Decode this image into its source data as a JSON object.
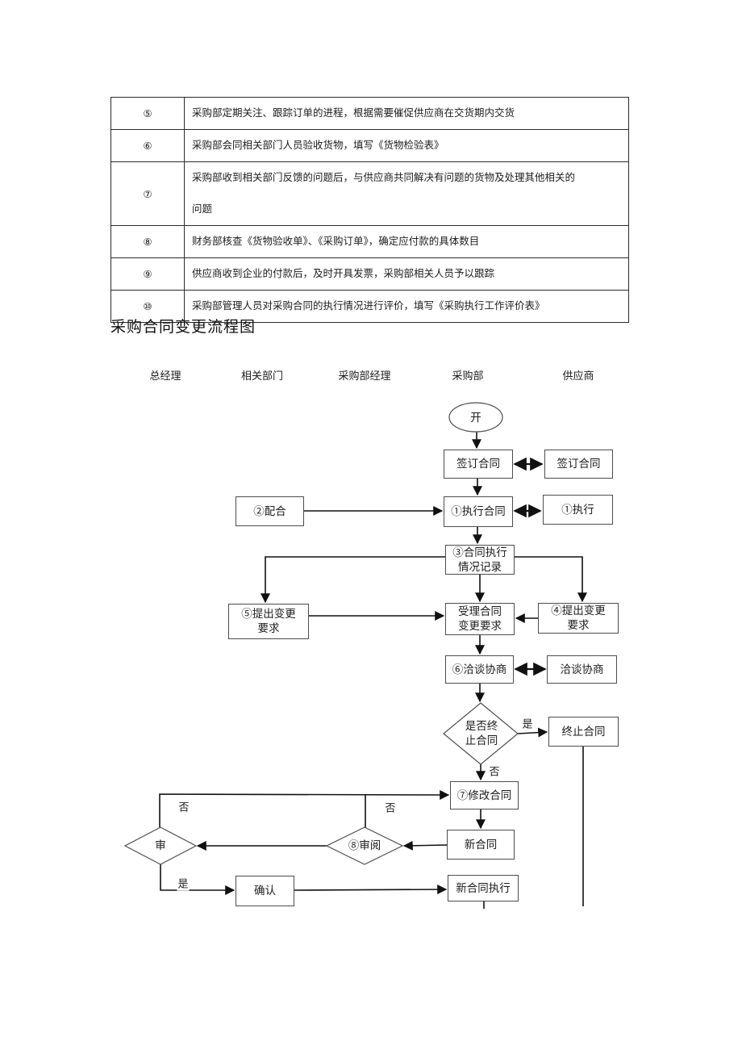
{
  "table": {
    "rows": [
      {
        "num": "⑤",
        "text": "采购部定期关注、跟踪订单的进程，根据需要催促供应商在交货期内交货"
      },
      {
        "num": "⑥",
        "text": "采购部会同相关部门人员验收货物，填写《货物检验表》"
      },
      {
        "num": "⑦",
        "text": "采购部收到相关部门反馈的问题后，与供应商共同解决有问题的货物及处理其他相关的\n问题"
      },
      {
        "num": "⑧",
        "text": "财务部核查《货物验收单》、《采购订单》，确定应付款的具体数目"
      },
      {
        "num": "⑨",
        "text": "供应商收到企业的付款后，及时开具发票，采购部相关人员予以跟踪"
      },
      {
        "num": "⑩",
        "text": "采购部管理人员对采购合同的执行情况进行评价，填写《采购执行工作评价表》"
      }
    ]
  },
  "section_title": "采购合同变更流程图",
  "flow": {
    "lanes": [
      "总经理",
      "相关部门",
      "采购部经理",
      "采购部",
      "供应商"
    ],
    "nodes": {
      "start": "开",
      "sign_contract": "签订合同",
      "sign_contract_supplier": "签订合同",
      "execute_contract": "①执行合同",
      "execute_supplier": "①执行",
      "cooperate": "②配合",
      "record": "③合同执行\n情况记录",
      "propose_left": "⑤提出变更\n要求",
      "accept_change": "受理合同\n变更要求",
      "propose_right": "④提出变更\n要求",
      "negotiate": "⑥洽谈协商",
      "negotiate_supplier": "洽谈协商",
      "terminate_decision": "是否终\n止合同",
      "terminate_contract": "终止合同",
      "modify": "⑦修改合同",
      "new_contract": "新合同",
      "review": "审",
      "review2": "⑧审阅",
      "confirm": "确认",
      "new_contract_exec": "新合同执行"
    },
    "labels": {
      "yes_terminate": "是",
      "no_terminate": "否",
      "no_review": "否",
      "no_review2": "否",
      "yes_review": "是"
    },
    "colors": {
      "line": "#111111",
      "box_border": "#4d4d4d",
      "text": "#1c1c1c"
    }
  }
}
